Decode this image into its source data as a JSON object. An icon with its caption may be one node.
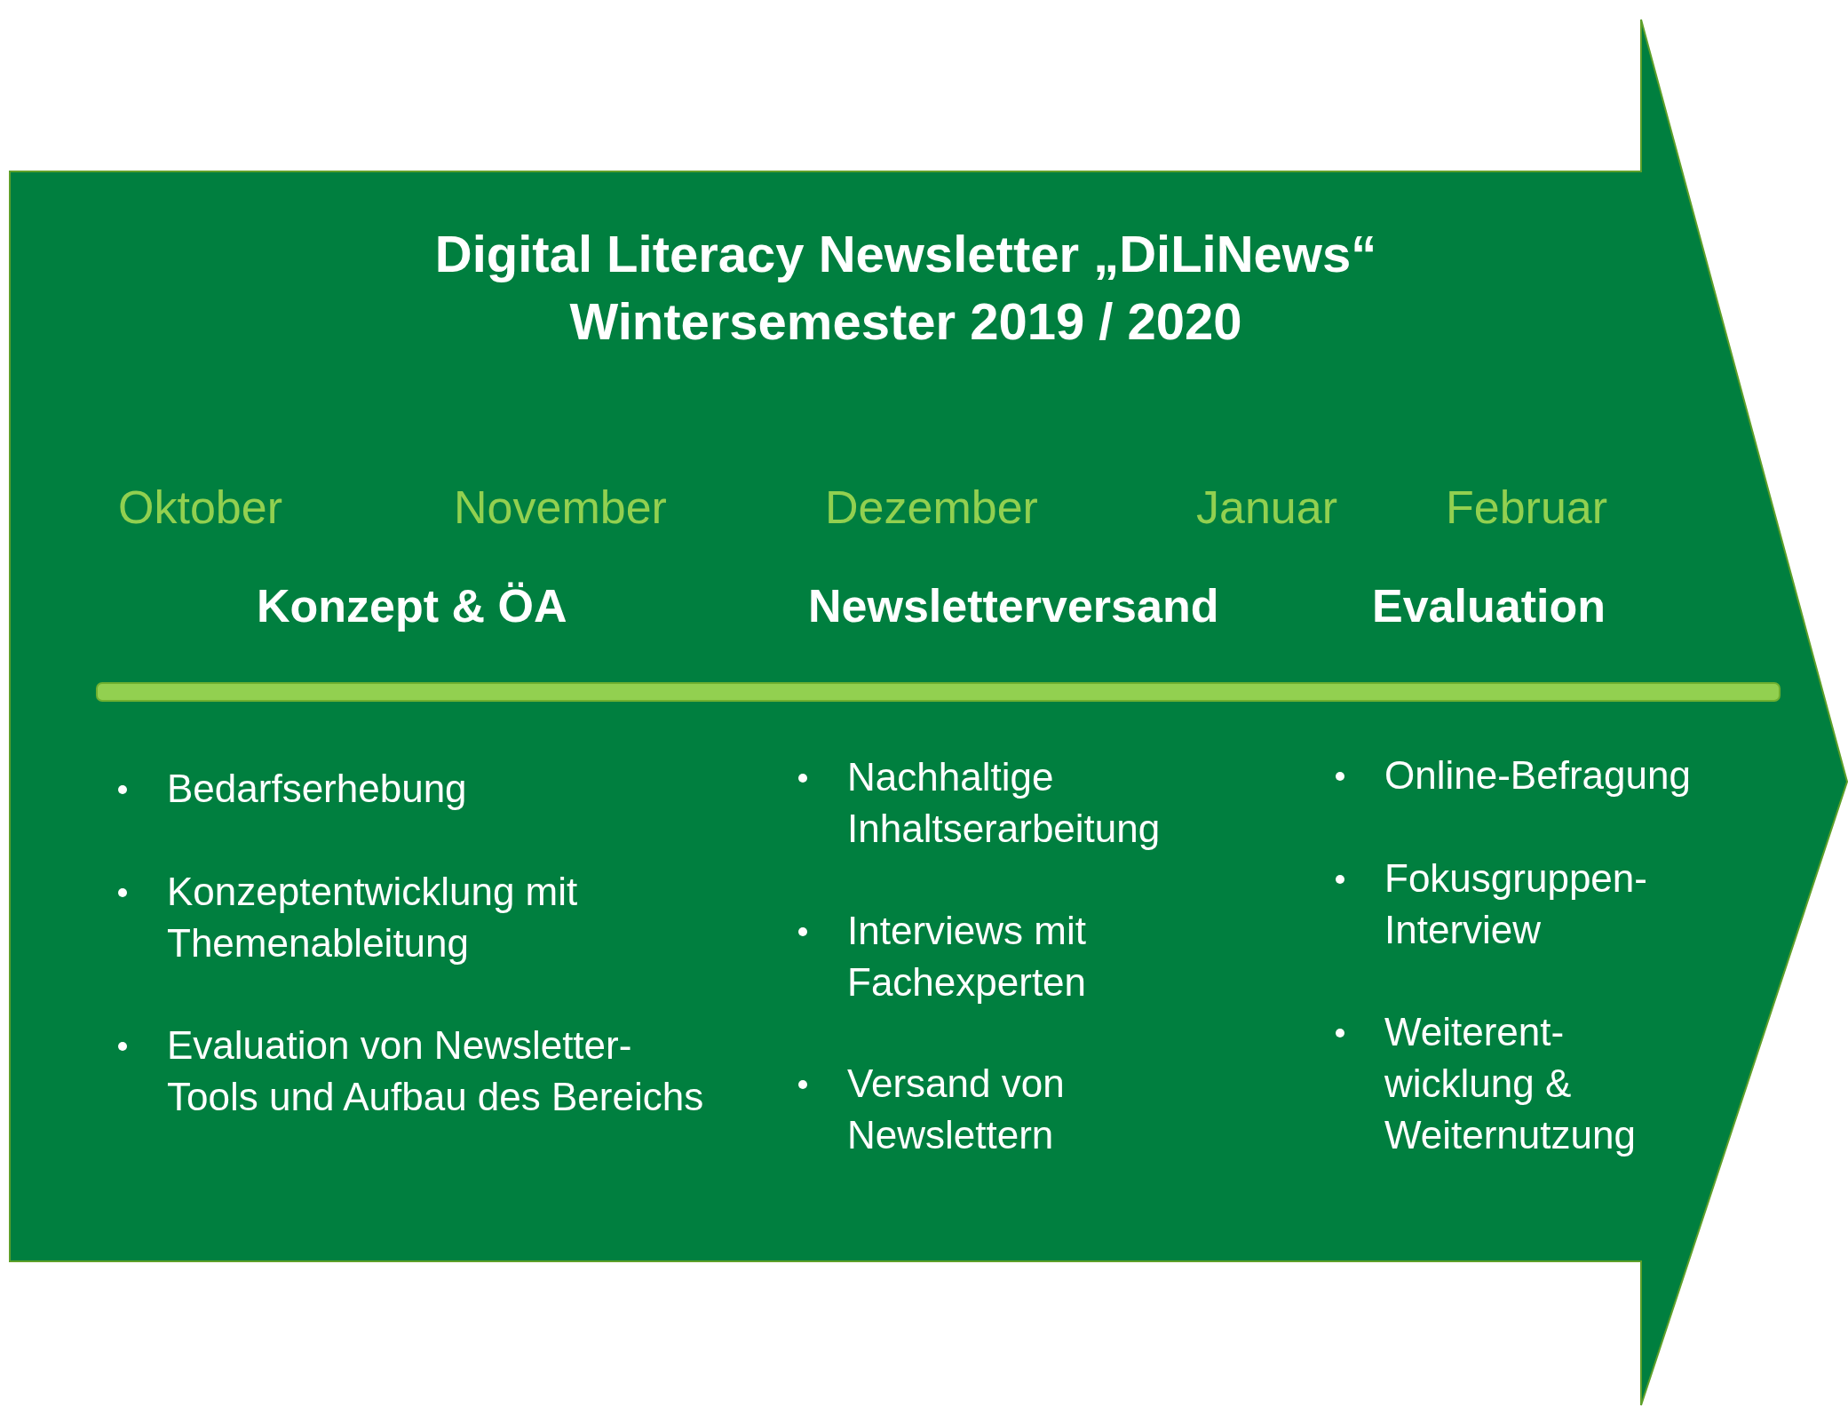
{
  "diagram": {
    "title": "Digital Literacy Newsletter „DiLiNews“ Wintersemester 2019 / 2020",
    "labels": [
      "Oktober",
      "November",
      "Dezember",
      "Januar",
      "Februar",
      "Konzept & ÖA",
      "Newsletterversand",
      "Evaluation",
      "Bedarfserhebung",
      "Konzeptentwicklung mit Themenableitung",
      "Evaluation von Newsletter-Tools und Aufbau des Bereichs",
      "Nachhaltige Inhaltserarbeitung",
      "Interviews mit Fachexperten",
      "Versand von Newslettern",
      "Online-Befragung",
      "Fokusgruppen-Interview",
      "Weiterent-wicklung & Weiternutzung"
    ]
  }
}
